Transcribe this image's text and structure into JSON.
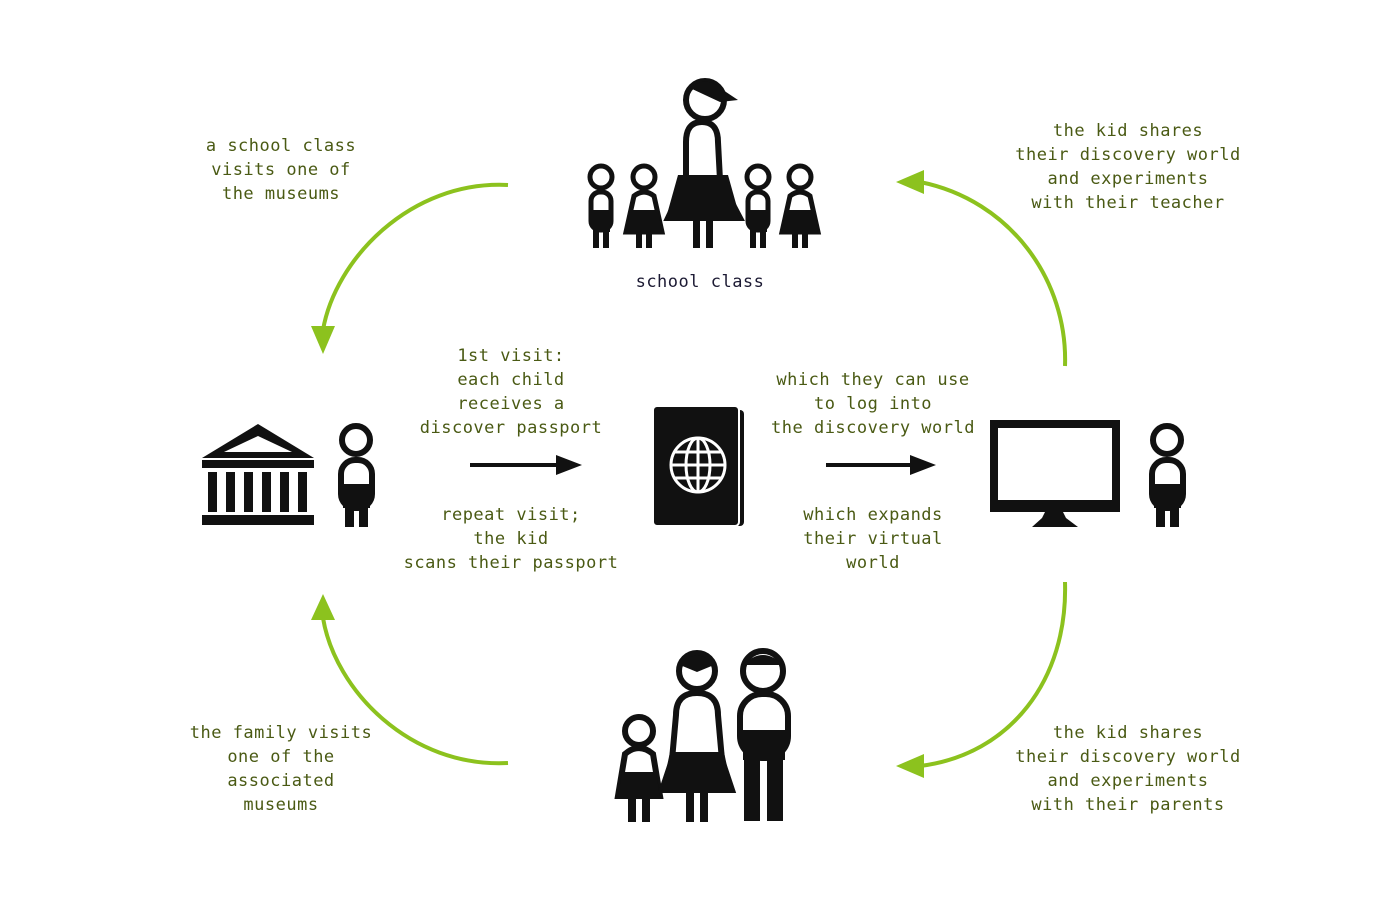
{
  "colors": {
    "arrow_green": "#8cc21e",
    "label_text": "#4a5a14",
    "icon": "#111111"
  },
  "nodes": {
    "school_class": {
      "label": "school class",
      "icon": "school-class-icon"
    },
    "museum": {
      "icon": "museum-building-icon"
    },
    "passport": {
      "icon": "passport-icon"
    },
    "computer": {
      "icon": "computer-monitor-icon"
    },
    "family": {
      "icon": "family-icon"
    }
  },
  "labels": {
    "school_visits": [
      "a school class",
      "visits one of",
      "the museums"
    ],
    "shares_teacher": [
      "the kid shares",
      "their discovery world",
      "and experiments",
      "with their teacher"
    ],
    "first_visit": [
      "1st visit:",
      "each child",
      "receives a",
      "discover passport"
    ],
    "repeat_visit": [
      "repeat visit;",
      "the kid",
      "scans their passport"
    ],
    "log_into": [
      "which they can use",
      "to log into",
      "the discovery world"
    ],
    "expands": [
      "which expands",
      "their virtual",
      "world"
    ],
    "family_visits": [
      "the family visits",
      "one of the",
      "associated",
      "museums"
    ],
    "shares_parents": [
      "the kid shares",
      "their discovery world",
      "and experiments",
      "with their parents"
    ]
  }
}
